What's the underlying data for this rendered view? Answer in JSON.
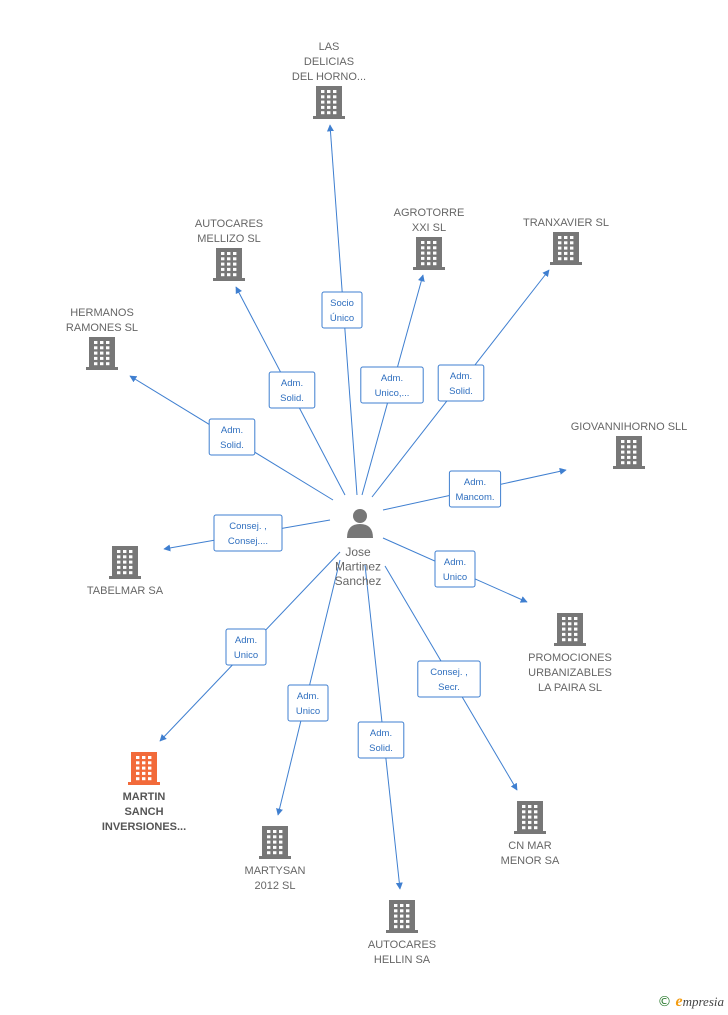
{
  "center": {
    "lines": [
      "Jose",
      "Martinez",
      "Sanchez"
    ]
  },
  "colors": {
    "edge": "#3f7fd0",
    "building": "#777777",
    "focus": "#f26a3a"
  },
  "nodes": [
    {
      "id": "delicias",
      "lines": [
        "LAS",
        "DELICIAS",
        "DEL HORNO..."
      ],
      "label_pos": "above",
      "focus": false,
      "edge": {
        "lines": [
          "Socio",
          "Único"
        ]
      }
    },
    {
      "id": "mellizo",
      "lines": [
        "AUTOCARES",
        "MELLIZO  SL"
      ],
      "label_pos": "above",
      "focus": false,
      "edge": {
        "lines": [
          "Adm.",
          "Solid."
        ]
      }
    },
    {
      "id": "agrotorre",
      "lines": [
        "AGROTORRE",
        "XXI  SL"
      ],
      "label_pos": "above",
      "focus": false,
      "edge": {
        "lines": [
          "Adm.",
          "Unico,..."
        ]
      }
    },
    {
      "id": "tranxavier",
      "lines": [
        "TRANXAVIER SL"
      ],
      "label_pos": "above",
      "focus": false,
      "edge": {
        "lines": [
          "Adm.",
          "Solid."
        ]
      }
    },
    {
      "id": "hermanos",
      "lines": [
        "HERMANOS",
        "RAMONES  SL"
      ],
      "label_pos": "above",
      "focus": false,
      "edge": {
        "lines": [
          "Adm.",
          "Solid."
        ]
      }
    },
    {
      "id": "giovanni",
      "lines": [
        "GIOVANNIHORNO SLL"
      ],
      "label_pos": "above",
      "focus": false,
      "edge": {
        "lines": [
          "Adm.",
          "Mancom."
        ]
      }
    },
    {
      "id": "tabelmar",
      "lines": [
        "TABELMAR SA"
      ],
      "label_pos": "below",
      "focus": false,
      "edge": {
        "lines": [
          "Consej. ,",
          "Consej...."
        ]
      }
    },
    {
      "id": "promociones",
      "lines": [
        "PROMOCIONES",
        "URBANIZABLES",
        "LA PAIRA  SL"
      ],
      "label_pos": "below",
      "focus": false,
      "edge": {
        "lines": [
          "Adm.",
          "Unico"
        ]
      }
    },
    {
      "id": "martin",
      "lines": [
        "MARTIN",
        "SANCH",
        "INVERSIONES..."
      ],
      "label_pos": "below",
      "focus": true,
      "edge": {
        "lines": [
          "Adm.",
          "Unico"
        ]
      }
    },
    {
      "id": "martysan",
      "lines": [
        "MARTYSAN",
        "2012 SL"
      ],
      "label_pos": "below",
      "focus": false,
      "edge": {
        "lines": [
          "Adm.",
          "Unico"
        ]
      }
    },
    {
      "id": "hellin",
      "lines": [
        "AUTOCARES",
        "HELLIN SA"
      ],
      "label_pos": "below",
      "focus": false,
      "edge": {
        "lines": [
          "Adm.",
          "Solid."
        ]
      }
    },
    {
      "id": "cnmar",
      "lines": [
        "CN MAR",
        "MENOR SA"
      ],
      "label_pos": "below",
      "focus": false,
      "edge": {
        "lines": [
          "Consej. ,",
          "Secr."
        ]
      }
    }
  ],
  "footer": {
    "copyright": "©",
    "brand_initial": "e",
    "brand_rest": "mpresia"
  }
}
